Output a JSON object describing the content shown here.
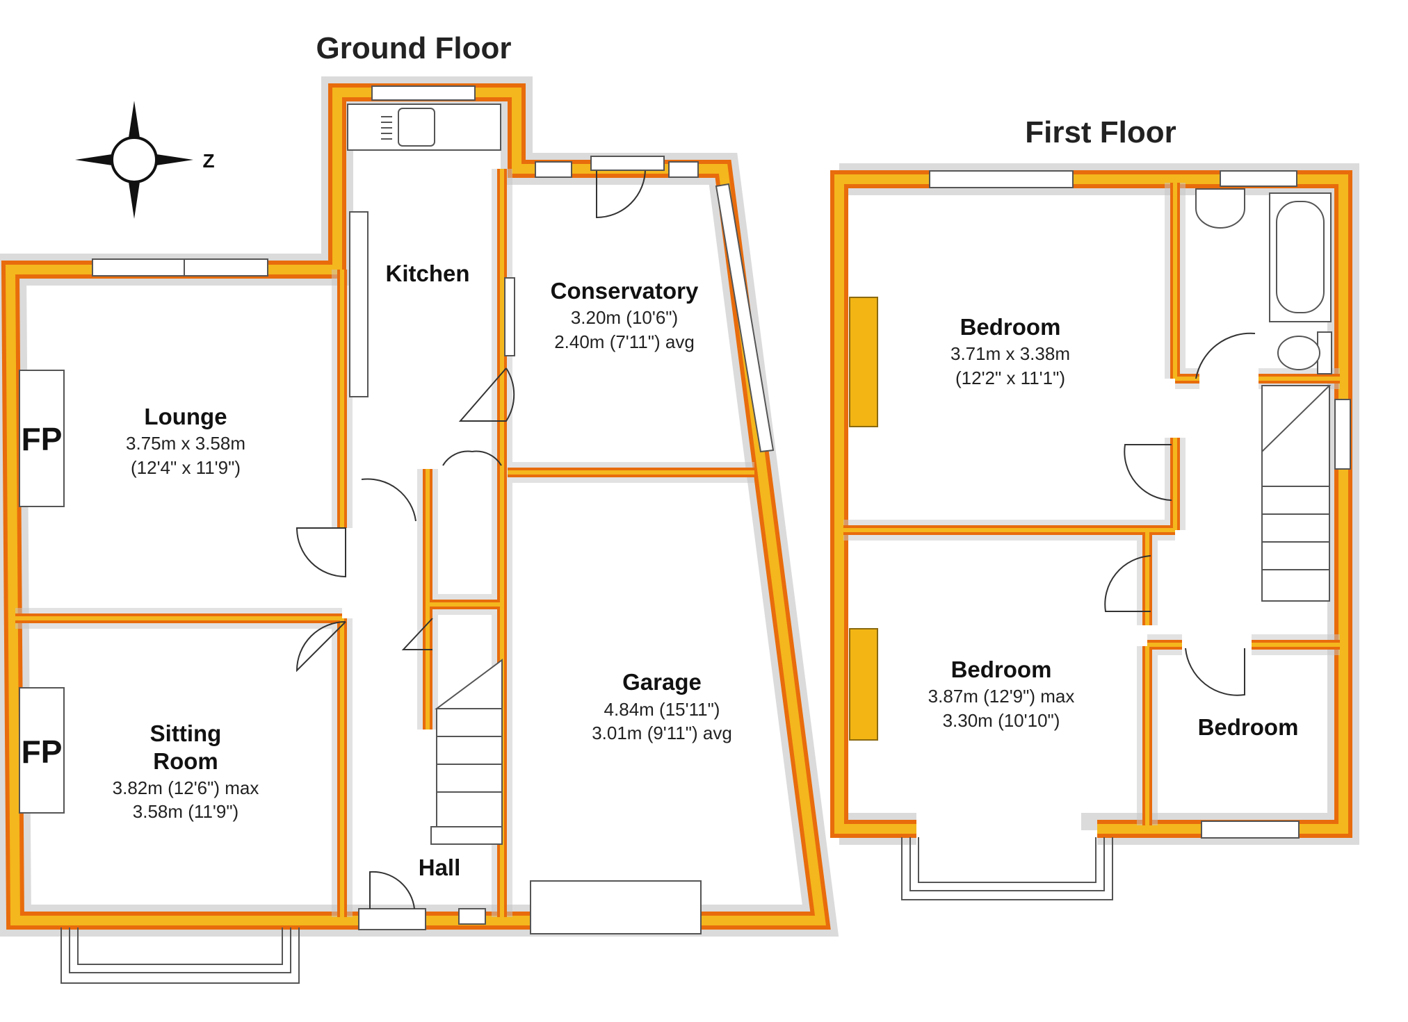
{
  "floors": {
    "ground": {
      "title": "Ground Floor",
      "rooms": {
        "lounge": {
          "name": "Lounge",
          "dim1": "3.75m x 3.58m",
          "dim2": "(12'4\" x 11'9\")"
        },
        "sitting": {
          "name1": "Sitting",
          "name2": "Room",
          "dim1": "3.82m (12'6\") max",
          "dim2": "3.58m (11'9\")"
        },
        "kitchen": {
          "name": "Kitchen"
        },
        "conservatory": {
          "name": "Conservatory",
          "dim1": "3.20m (10'6\")",
          "dim2": "2.40m (7'11\") avg"
        },
        "garage": {
          "name": "Garage",
          "dim1": "4.84m (15'11\")",
          "dim2": "3.01m (9'11\") avg"
        },
        "hall": {
          "name": "Hall"
        }
      },
      "fireplace_label": "FP"
    },
    "first": {
      "title": "First Floor",
      "rooms": {
        "bedroom1": {
          "name": "Bedroom",
          "dim1": "3.71m x 3.38m",
          "dim2": "(12'2\" x 11'1\")"
        },
        "bedroom2": {
          "name": "Bedroom",
          "dim1": "3.87m (12'9\") max",
          "dim2": "3.30m (10'10\")"
        },
        "bedroom3": {
          "name": "Bedroom"
        }
      }
    }
  },
  "compass": {
    "label": "Z"
  },
  "colors": {
    "wall": "#e86c0c",
    "wall_highlight": "#f4b71d",
    "chimney": "#f2b514"
  }
}
